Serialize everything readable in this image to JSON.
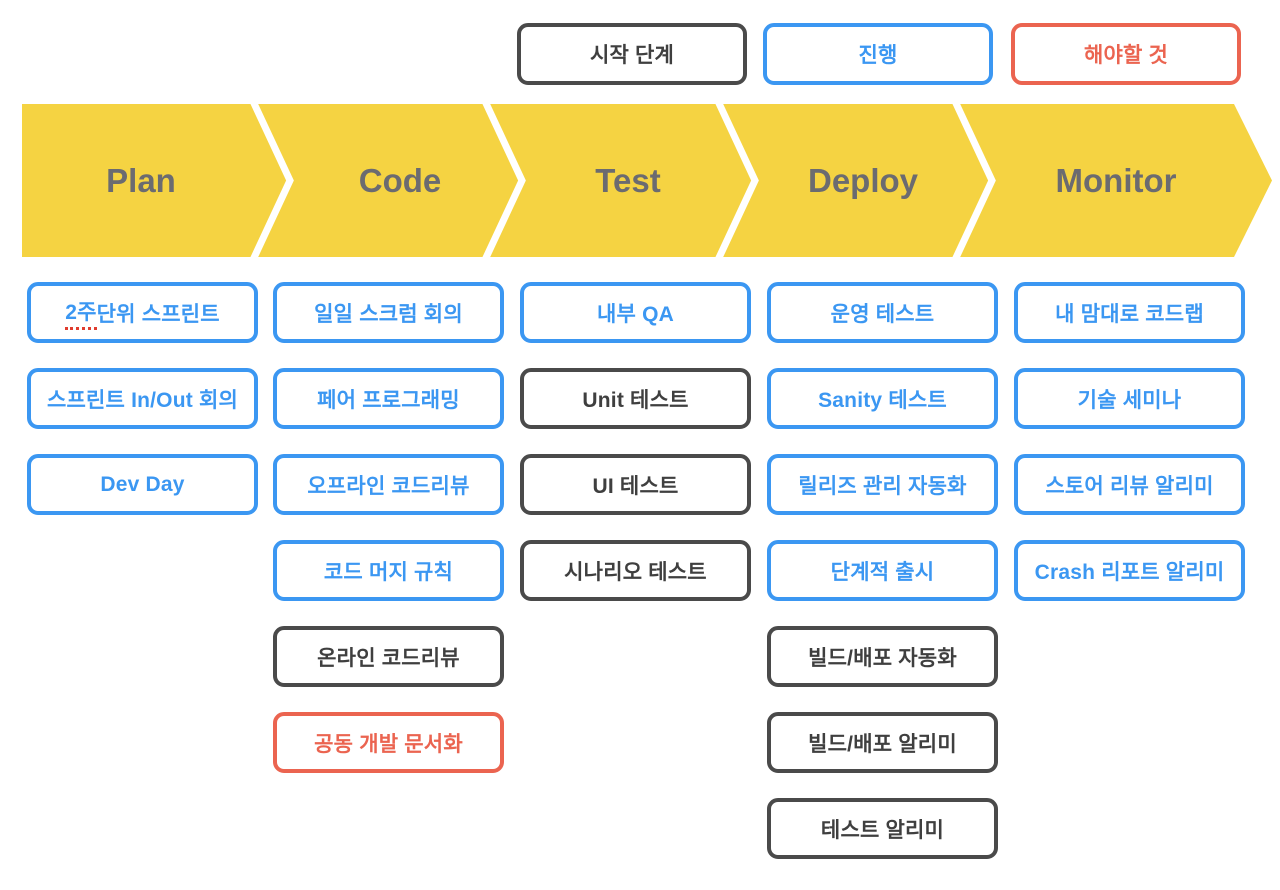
{
  "legend": {
    "items": [
      {
        "label": "시작 단계",
        "status": "started"
      },
      {
        "label": "진행",
        "status": "progress"
      },
      {
        "label": "해야할 것",
        "status": "todo"
      }
    ]
  },
  "pipeline": {
    "stages": [
      "Plan",
      "Code",
      "Test",
      "Deploy",
      "Monitor"
    ]
  },
  "columns": [
    {
      "stage": "Plan",
      "items": [
        {
          "label": "2주 단위 스프린트",
          "label_underlined": "2주",
          "label_rest": " 단위 스프린트",
          "status": "progress"
        },
        {
          "label": "스프린트 In/Out 회의",
          "status": "progress"
        },
        {
          "label": "Dev Day",
          "status": "progress"
        }
      ]
    },
    {
      "stage": "Code",
      "items": [
        {
          "label": "일일 스크럼 회의",
          "status": "progress"
        },
        {
          "label": "페어 프로그래밍",
          "status": "progress"
        },
        {
          "label": "오프라인 코드리뷰",
          "status": "progress"
        },
        {
          "label": "코드 머지 규칙",
          "status": "progress"
        },
        {
          "label": "온라인 코드리뷰",
          "status": "started"
        },
        {
          "label": "공동 개발 문서화",
          "status": "todo"
        }
      ]
    },
    {
      "stage": "Test",
      "items": [
        {
          "label": "내부 QA",
          "status": "progress"
        },
        {
          "label": "Unit 테스트",
          "status": "started"
        },
        {
          "label": "UI 테스트",
          "status": "started"
        },
        {
          "label": "시나리오 테스트",
          "status": "started"
        }
      ]
    },
    {
      "stage": "Deploy",
      "items": [
        {
          "label": "운영 테스트",
          "status": "progress"
        },
        {
          "label": "Sanity 테스트",
          "status": "progress"
        },
        {
          "label": "릴리즈 관리 자동화",
          "status": "progress"
        },
        {
          "label": "단계적 출시",
          "status": "progress"
        },
        {
          "label": "빌드/배포 자동화",
          "status": "started"
        },
        {
          "label": "빌드/배포 알리미",
          "status": "started"
        },
        {
          "label": "테스트 알리미",
          "status": "started"
        }
      ]
    },
    {
      "stage": "Monitor",
      "items": [
        {
          "label": "내 맘대로 코드랩",
          "status": "progress"
        },
        {
          "label": "기술 세미나",
          "status": "progress"
        },
        {
          "label": "스토어 리뷰 알리미",
          "status": "progress"
        },
        {
          "label": "Crash 리포트 알리미",
          "status": "progress"
        }
      ]
    }
  ],
  "colors": {
    "banner_yellow": "#f5d342",
    "stage_text": "#6b6b70",
    "progress_blue": "#3b97f2",
    "started_dark": "#4a4a4a",
    "todo_red": "#eb6450",
    "separator_white": "#ffffff"
  }
}
